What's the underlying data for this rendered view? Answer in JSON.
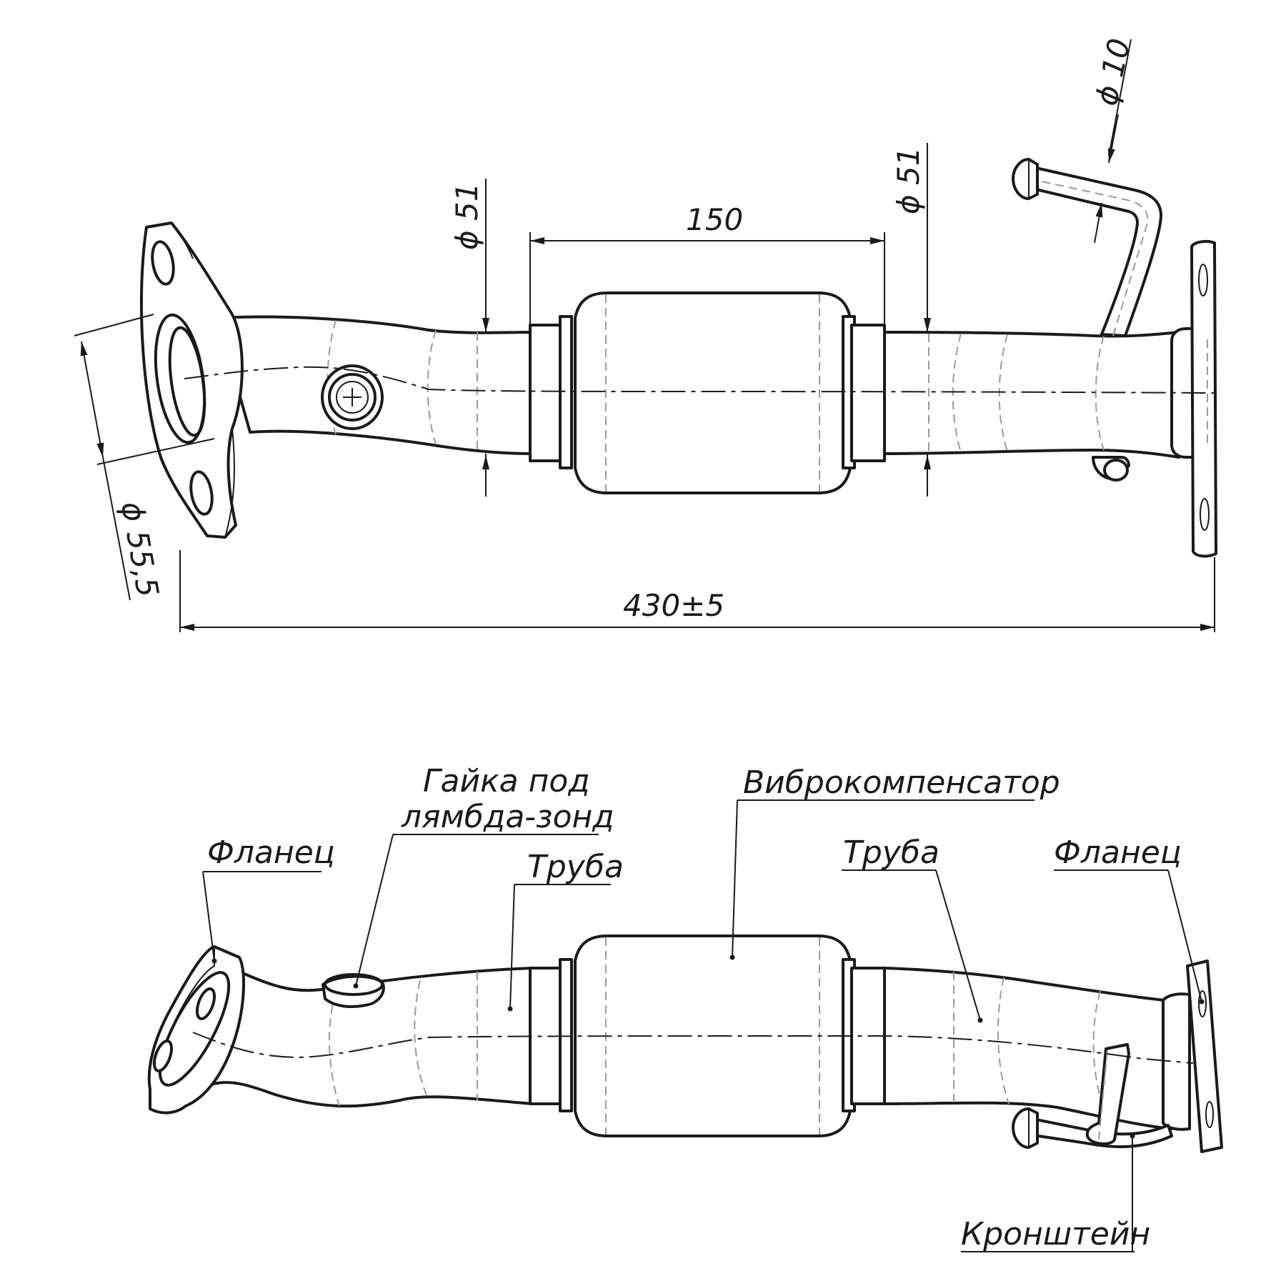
{
  "dimensions": {
    "d_flange": "ϕ 55,5",
    "d_pipe_left": "ϕ 51",
    "d_pipe_right": "ϕ 51",
    "length_compensator": "150",
    "d_bracket": "ϕ 10",
    "length_total": "430±5"
  },
  "labels": {
    "flange_left": "Фланец",
    "nut_line1": "Гайка под",
    "nut_line2": "лямбда-зонд",
    "pipe_left": "Труба",
    "compensator": "Виброкомпенсатор",
    "pipe_right": "Труба",
    "flange_right": "Фланец",
    "bracket": "Кронштейн"
  }
}
